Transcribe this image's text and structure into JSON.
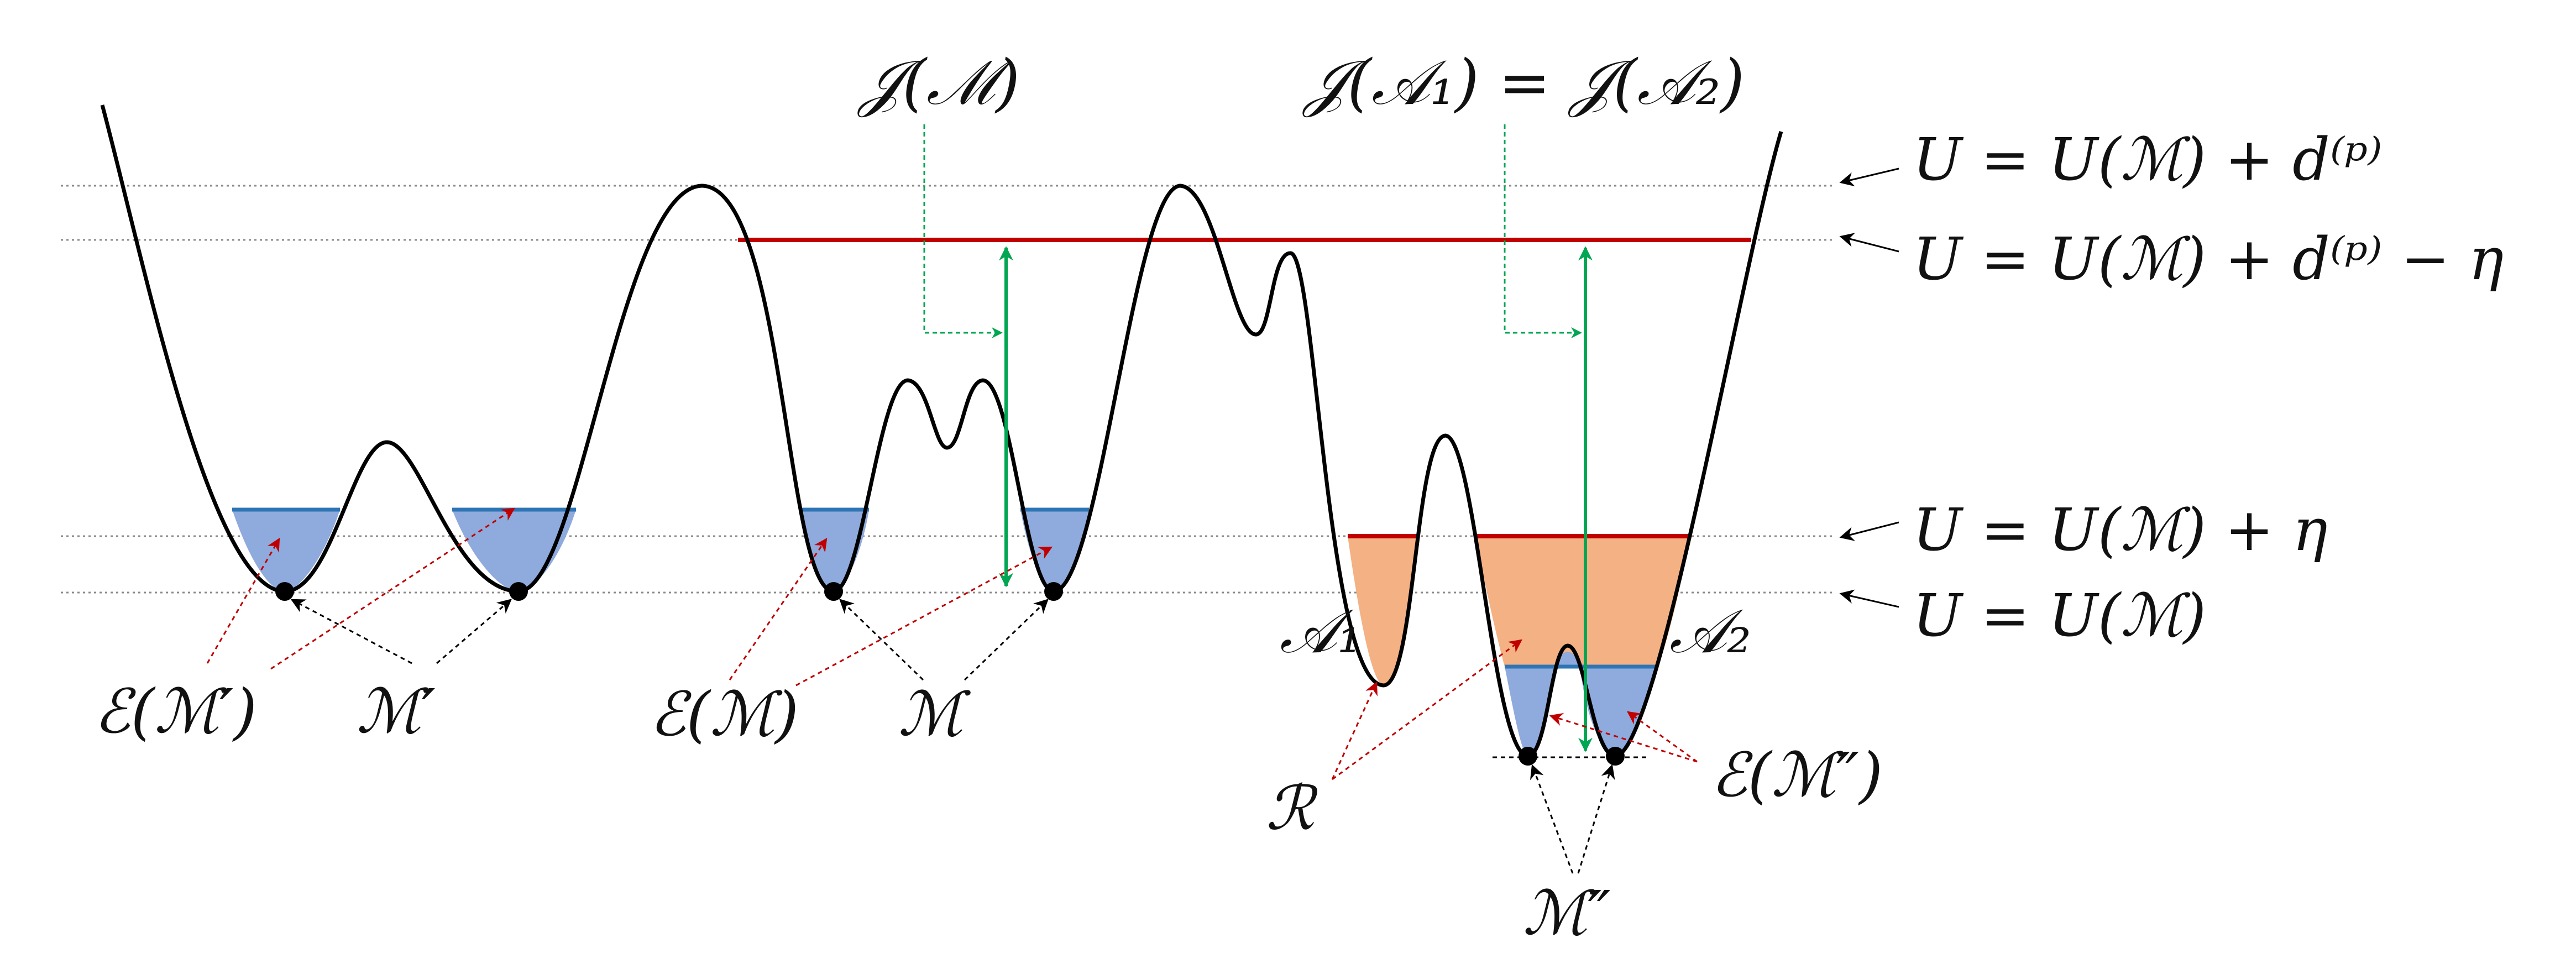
{
  "levels": {
    "u_plus_d": "U = U(ℳ) + d⁽ᵖ⁾",
    "u_plus_d_minus_eta": "U = U(ℳ) + d⁽ᵖ⁾ − η",
    "u_plus_eta": "U = U(ℳ) + η",
    "u_min": "U = U(ℳ)"
  },
  "top_labels": {
    "j_m": "𝒥(ℳ)",
    "j_a": "𝒥(𝒜₁) = 𝒥(𝒜₂)"
  },
  "point_labels": {
    "e_m_prime": "ℰ(ℳ′)",
    "m_prime": "ℳ′",
    "e_m": "ℰ(ℳ)",
    "m": "ℳ",
    "a1": "𝒜₁",
    "a2": "𝒜₂",
    "r": "ℛ",
    "e_m_dprime": "ℰ(ℳ″)",
    "m_dprime": "ℳ″"
  },
  "colors": {
    "curve": "#000000",
    "blue_fill": "#8faadc",
    "blue_line": "#2e75b6",
    "orange_fill": "#f4b183",
    "red_line": "#c00000",
    "green": "#00a651"
  }
}
